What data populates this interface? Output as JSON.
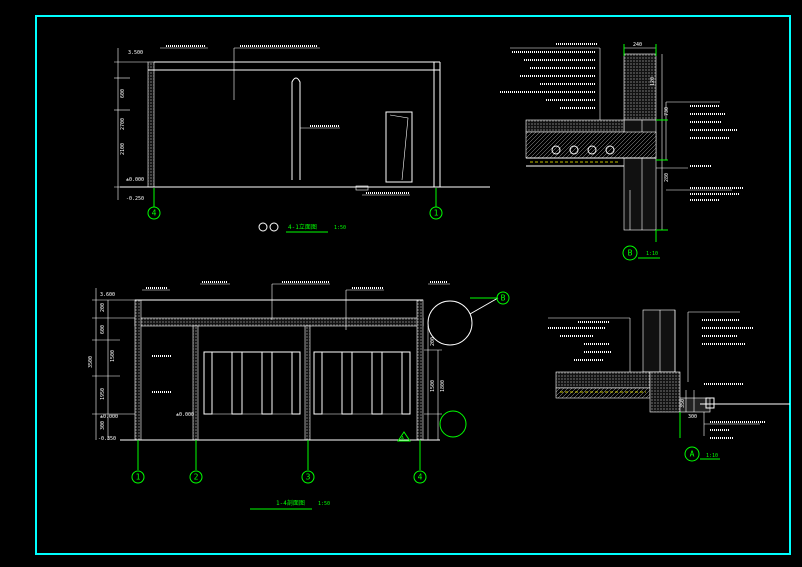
{
  "elevation_4_1": {
    "axis_left": "4",
    "axis_right": "1",
    "levels": [
      "3.500",
      "±0.000",
      "-0.250"
    ],
    "dims": [
      "600",
      "2700",
      "2100"
    ],
    "title": "4-1立面图",
    "scale": "1:50"
  },
  "section_1_4": {
    "axes": [
      "1",
      "2",
      "3",
      "4"
    ],
    "levels": [
      "3.600",
      "±0.000",
      "-0.350"
    ],
    "dims_left": [
      "200",
      "600",
      "3500",
      "1500",
      "1950",
      "300"
    ],
    "dims_right": [
      "200",
      "1500",
      "1800"
    ],
    "mark": "±0.000",
    "title": "1-4剖面图",
    "scale": "1:50"
  },
  "detail_b": {
    "label": "B",
    "scale": "1:10",
    "dims": [
      "240",
      "120",
      "730",
      "280"
    ],
    "callout": "B"
  },
  "detail_a": {
    "label": "A",
    "scale": "1:10",
    "dims": [
      "350",
      "300"
    ],
    "callout": "A"
  },
  "colors": {
    "frame": "#00ffff",
    "lines": "#ffffff",
    "annotation": "#00ff00",
    "hatch": "#ffff00",
    "background": "#000000"
  }
}
